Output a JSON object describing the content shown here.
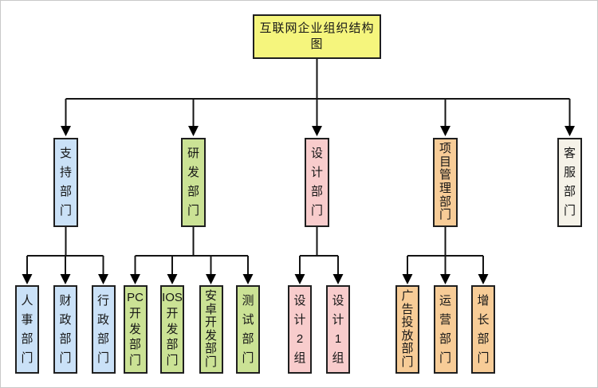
{
  "diagram": {
    "title": "互联网企业组织结构图",
    "colors": {
      "title": "#F5F57D",
      "support": "#CAE1F7",
      "rnd": "#CBE295",
      "design": "#F8CCCC",
      "pm": "#F7CC97",
      "cs": "#F5F2E8",
      "node_border": "#1F1F1F",
      "line": "#141414",
      "canvas_border": "#C9C9C9"
    },
    "groups": [
      {
        "name": "support-department",
        "label": "支持部门",
        "color_key": "support",
        "children": [
          {
            "id": "hr-department",
            "label": "人事部门"
          },
          {
            "id": "finance-department",
            "label": "财政部门"
          },
          {
            "id": "admin-department",
            "label": "行政部门"
          }
        ]
      },
      {
        "name": "rnd-department",
        "label": "研发部门",
        "color_key": "rnd",
        "children": [
          {
            "id": "pc-dev-department",
            "label": "PC开发部门"
          },
          {
            "id": "ios-dev-department",
            "label": "IOS开发部门"
          },
          {
            "id": "android-dev-department",
            "label": "安卓开发部门"
          },
          {
            "id": "testing-department",
            "label": "测试部门"
          }
        ]
      },
      {
        "name": "design-department",
        "label": "设计部门",
        "color_key": "design",
        "children": [
          {
            "id": "design-group-2",
            "label": "设计2组"
          },
          {
            "id": "design-group-1",
            "label": "设计1组"
          }
        ]
      },
      {
        "name": "project-management-department",
        "label": "项目管理部门",
        "color_key": "pm",
        "children": [
          {
            "id": "ad-placement-department",
            "label": "广告投放部门"
          },
          {
            "id": "operations-department",
            "label": "运营部门"
          },
          {
            "id": "growth-department",
            "label": "增长部门"
          }
        ]
      },
      {
        "name": "customer-service-department",
        "label": "客服部门",
        "color_key": "cs",
        "children": []
      }
    ]
  }
}
